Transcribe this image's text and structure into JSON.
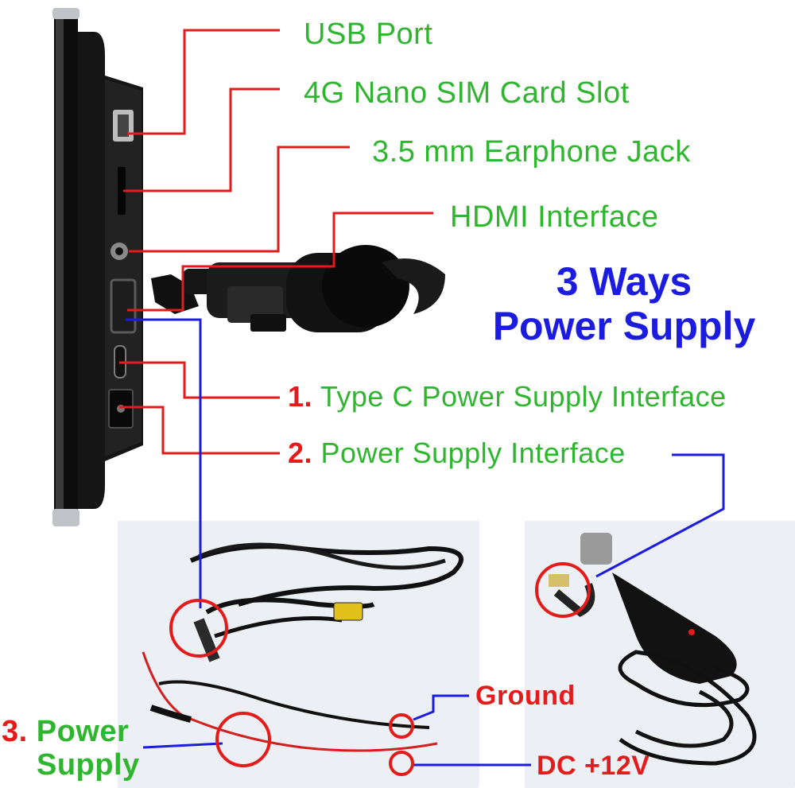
{
  "labels": {
    "usb": "USB Port",
    "sim": "4G Nano SIM Card Slot",
    "earphone": "3.5 mm Earphone Jack",
    "hdmi": "HDMI Interface",
    "type_c_num": "1.",
    "type_c": "Type C Power Supply Interface",
    "power_num": "2.",
    "power": "Power Supply Interface",
    "ground": "Ground",
    "dc": "DC +12V",
    "supply3_num": "3.",
    "supply3_line1": "Power",
    "supply3_line2": "Supply"
  },
  "heading": {
    "line1": "3 Ways",
    "line2": "Power Supply"
  },
  "colors": {
    "label_green": "#2fb52f",
    "leader_red": "#e31b1b",
    "leader_blue": "#1c1ce0",
    "device_black": "#151515"
  }
}
